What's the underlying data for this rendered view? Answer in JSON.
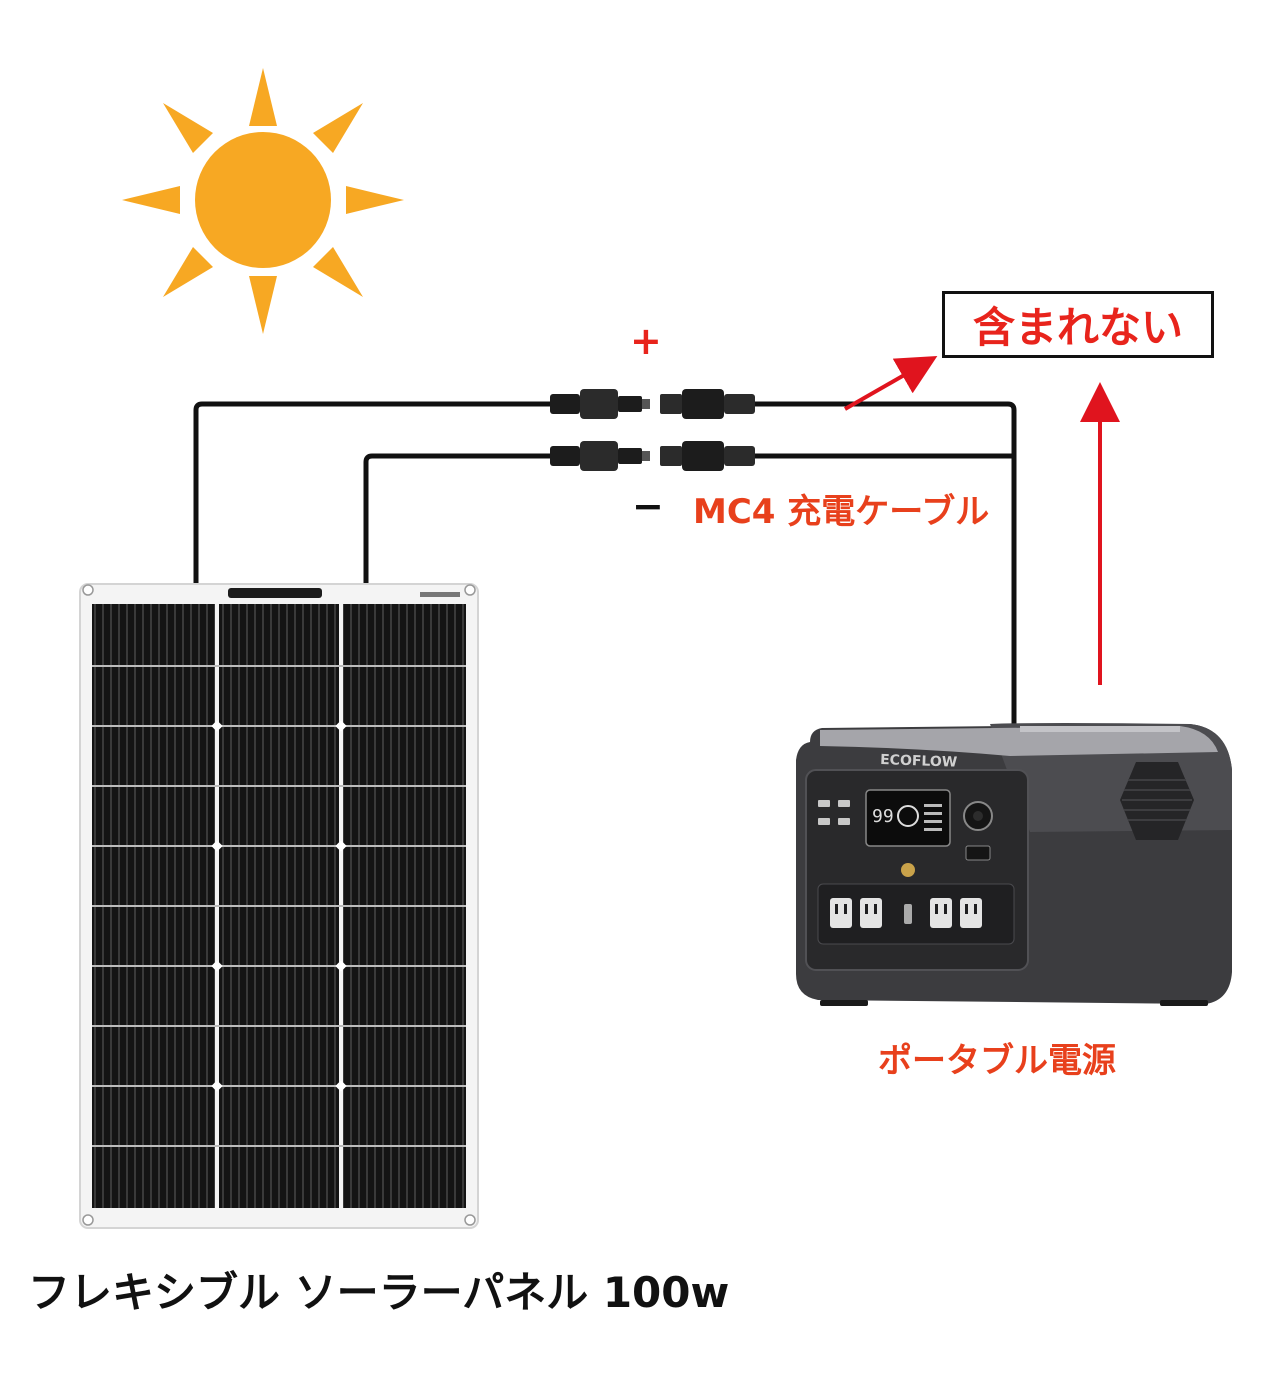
{
  "labels": {
    "plus": "+",
    "minus": "−",
    "cable": "MC4 充電ケーブル",
    "not_included": "含まれない",
    "power_station": "ポータブル電源",
    "panel_caption": "フレキシブル ソーラーパネル 100w"
  },
  "device": {
    "brand": "ECOFLOW",
    "display_readout": "99"
  },
  "colors": {
    "sun": "#f7a823",
    "label_red": "#e8401c",
    "arrow_red": "#e0141e",
    "cable": "#111111",
    "panel_cells": "#141414"
  }
}
